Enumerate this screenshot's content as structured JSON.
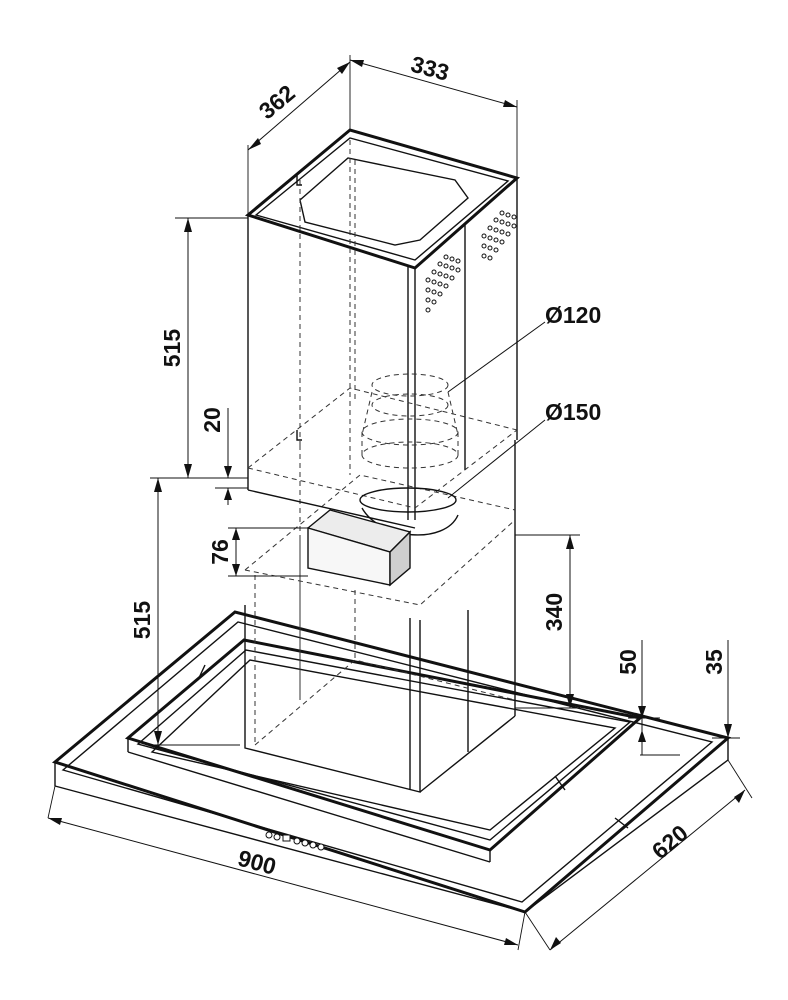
{
  "dimensions": {
    "depth_top": "362",
    "width_top": "333",
    "upper_chimney_height": "515",
    "overlap": "20",
    "lower_chimney_height": "515",
    "box_height": "76",
    "inner_height": "340",
    "canopy_50": "50",
    "canopy_35": "35",
    "canopy_width": "900",
    "canopy_depth": "620",
    "outlet_small": "Ø120",
    "outlet_large": "Ø150"
  }
}
